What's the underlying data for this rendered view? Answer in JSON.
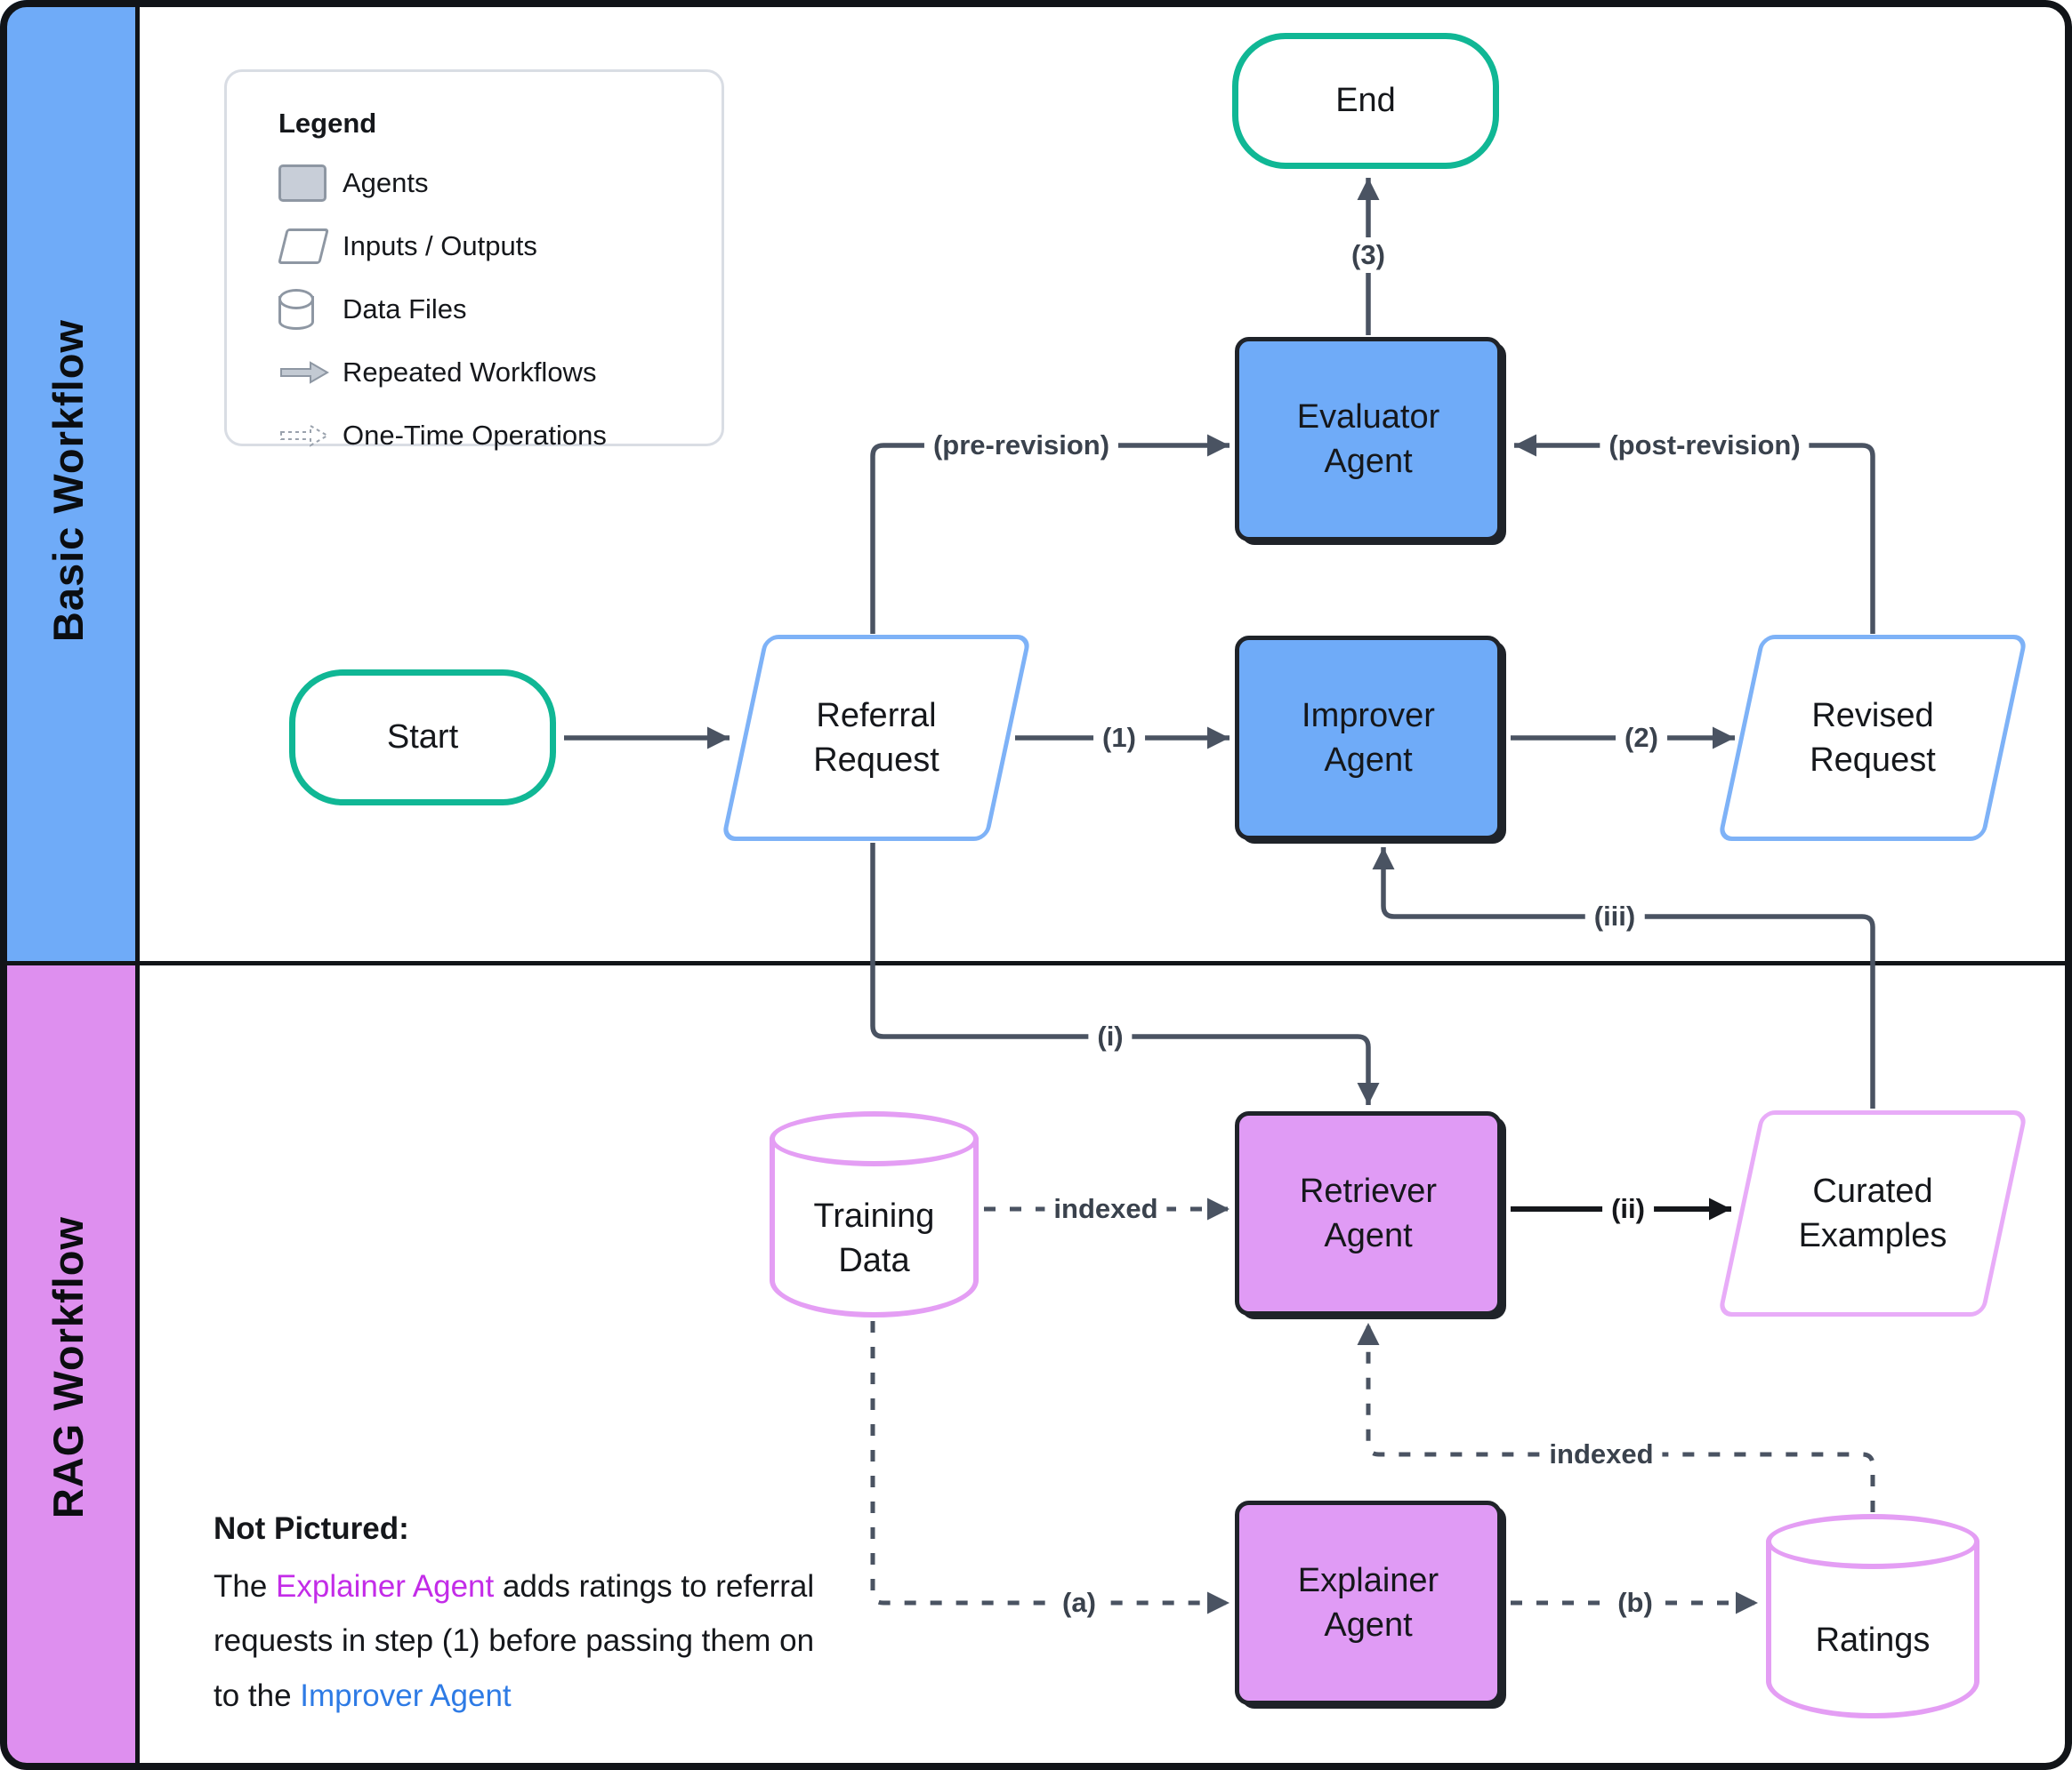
{
  "sidebar": {
    "basic_label": "Basic Workflow",
    "rag_label": "RAG Workflow"
  },
  "legend": {
    "title": "Legend",
    "items": [
      {
        "icon": "agents-swatch",
        "label": "Agents"
      },
      {
        "icon": "inputs-outputs-parallelogram",
        "label": "Inputs / Outputs"
      },
      {
        "icon": "data-files-cylinder",
        "label": "Data Files"
      },
      {
        "icon": "repeated-workflow-arrow",
        "label": "Repeated Workflows"
      },
      {
        "icon": "one-time-operation-arrow",
        "label": "One-Time Operations"
      }
    ]
  },
  "nodes": {
    "start": "Start",
    "end": "End",
    "referral_request": "Referral Request",
    "improver_agent": "Improver Agent",
    "evaluator_agent": "Evaluator Agent",
    "revised_request": "Revised Request",
    "training_data": "Training Data",
    "retriever_agent": "Retriever Agent",
    "curated_examples": "Curated Examples",
    "explainer_agent": "Explainer Agent",
    "ratings": "Ratings"
  },
  "edge_labels": {
    "pre_revision": "(pre-revision)",
    "post_revision": "(post-revision)",
    "step1": "(1)",
    "step2": "(2)",
    "step3": "(3)",
    "i": "(i)",
    "ii": "(ii)",
    "iii": "(iii)",
    "indexed_training": "indexed",
    "indexed_ratings": "indexed",
    "a": "(a)",
    "b": "(b)"
  },
  "note": {
    "title": "Not Pictured:",
    "prefix": "The ",
    "explainer_agent": "Explainer Agent",
    "middle": " adds ratings to referral requests in step (1) before passing them on to the ",
    "improver_agent": "Improver Agent"
  },
  "colors": {
    "agent_blue": "#6FABF8",
    "agent_purple": "#E09BF5",
    "sidebar_blue": "#6FABF8",
    "sidebar_purple": "#DE8FEF",
    "io_blue_border": "#7EB2F7",
    "io_purple_border": "#E8ACF8",
    "terminal_teal": "#10B795",
    "arrow_gray": "#4A5362",
    "arrow_black": "#15171B",
    "note_explainer": "#C32CE8",
    "note_improver": "#2E7BE5"
  }
}
